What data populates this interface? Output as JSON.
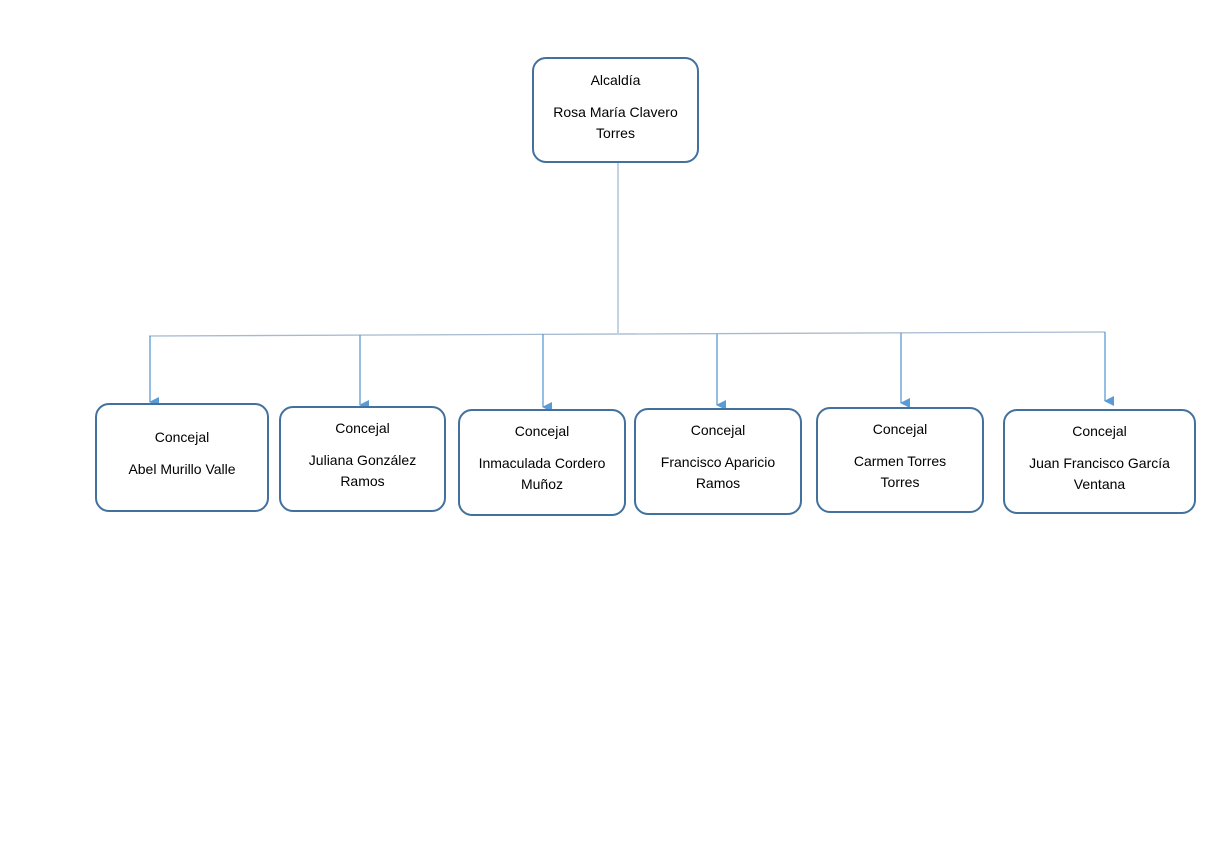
{
  "org_chart": {
    "colors": {
      "box_border": "#41719c",
      "connector": "#a6b9cf",
      "arrow": "#5b9bd5"
    },
    "root": {
      "role": "Alcaldía",
      "name_line1": "Rosa María Clavero",
      "name_line2": "Torres"
    },
    "children": [
      {
        "role": "Concejal",
        "name_line1": "Abel Murillo Valle",
        "name_line2": ""
      },
      {
        "role": "Concejal",
        "name_line1": "Juliana González",
        "name_line2": "Ramos"
      },
      {
        "role": "Concejal",
        "name_line1": "Inmaculada Cordero",
        "name_line2": "Muñoz"
      },
      {
        "role": "Concejal",
        "name_line1": "Francisco Aparicio",
        "name_line2": "Ramos"
      },
      {
        "role": "Concejal",
        "name_line1": "Carmen Torres",
        "name_line2": "Torres"
      },
      {
        "role": "Concejal",
        "name_line1": "Juan Francisco García",
        "name_line2": "Ventana"
      }
    ]
  }
}
